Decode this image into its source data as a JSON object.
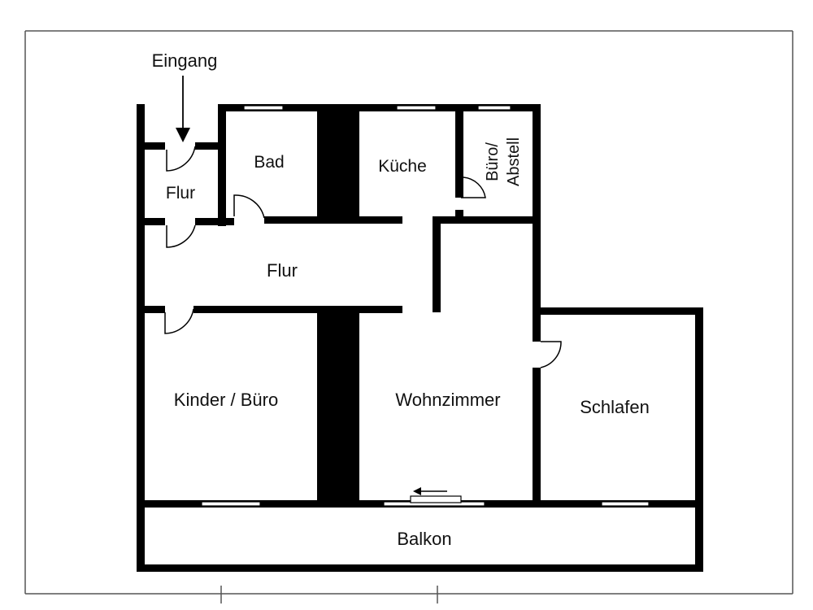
{
  "plan": {
    "entrance_label": "Eingang",
    "rooms": {
      "flur_small": "Flur",
      "bad": "Bad",
      "kueche": "Küche",
      "buero_abstell_line1": "Büro/",
      "buero_abstell_line2": "Abstell",
      "flur_main": "Flur",
      "kinder_buero": "Kinder / Büro",
      "wohnzimmer": "Wohnzimmer",
      "schlafen": "Schlafen",
      "balkon": "Balkon"
    }
  }
}
